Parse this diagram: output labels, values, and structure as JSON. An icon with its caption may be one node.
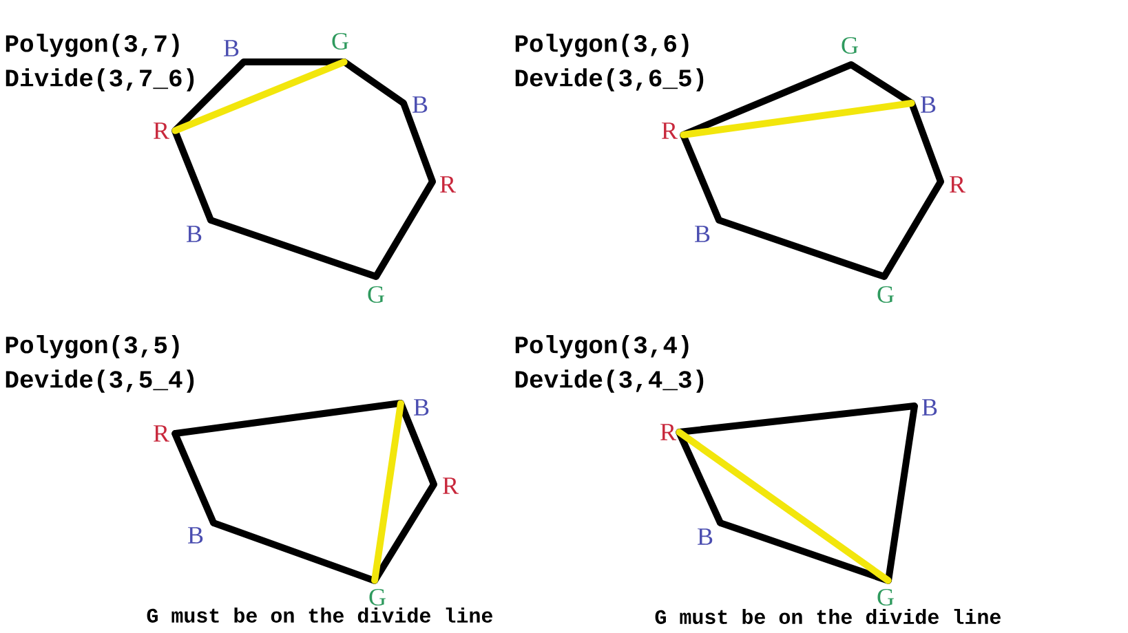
{
  "diagram": {
    "nodes": [
      {
        "text": [
          "B"
        ]
      },
      {
        "text": [
          "G"
        ]
      },
      {
        "text": [
          "B"
        ]
      },
      {
        "text": [
          "R"
        ]
      },
      {
        "text": [
          "G"
        ]
      },
      {
        "text": [
          "B"
        ]
      },
      {
        "text": [
          "R"
        ]
      },
      {
        "text": [
          "G"
        ]
      },
      {
        "text": [
          "B"
        ]
      },
      {
        "text": [
          "R"
        ]
      },
      {
        "text": [
          "G"
        ]
      },
      {
        "text": [
          "B"
        ]
      },
      {
        "text": [
          "R"
        ]
      },
      {
        "text": [
          "R"
        ]
      },
      {
        "text": [
          "B"
        ]
      },
      {
        "text": [
          "R"
        ]
      },
      {
        "text": [
          "G"
        ]
      },
      {
        "text": [
          "B"
        ]
      },
      {
        "text": [
          "R"
        ]
      },
      {
        "text": [
          "B"
        ]
      },
      {
        "text": [
          "G"
        ]
      },
      {
        "text": [
          "B"
        ]
      }
    ],
    "edges": [
      {
        "from": 0,
        "to": 1,
        "arrow": "none"
      },
      {
        "from": 1,
        "to": 2,
        "arrow": "none"
      },
      {
        "from": 2,
        "to": 3,
        "arrow": "none"
      },
      {
        "from": 3,
        "to": 4,
        "arrow": "none"
      },
      {
        "from": 4,
        "to": 5,
        "arrow": "none"
      },
      {
        "from": 5,
        "to": 6,
        "arrow": "none"
      },
      {
        "from": 6,
        "to": 0,
        "arrow": "none"
      },
      {
        "from": 6,
        "to": 1,
        "arrow": "none",
        "color": "#f2e60c"
      },
      {
        "from": 7,
        "to": 8,
        "arrow": "none"
      },
      {
        "from": 8,
        "to": 9,
        "arrow": "none"
      },
      {
        "from": 9,
        "to": 10,
        "arrow": "none"
      },
      {
        "from": 10,
        "to": 11,
        "arrow": "none"
      },
      {
        "from": 11,
        "to": 12,
        "arrow": "none"
      },
      {
        "from": 12,
        "to": 7,
        "arrow": "none"
      },
      {
        "from": 12,
        "to": 8,
        "arrow": "none",
        "color": "#f2e60c"
      },
      {
        "from": 13,
        "to": 14,
        "arrow": "none"
      },
      {
        "from": 14,
        "to": 15,
        "arrow": "none"
      },
      {
        "from": 15,
        "to": 16,
        "arrow": "none"
      },
      {
        "from": 16,
        "to": 17,
        "arrow": "none"
      },
      {
        "from": 17,
        "to": 13,
        "arrow": "none"
      },
      {
        "from": 14,
        "to": 16,
        "arrow": "none",
        "color": "#f2e60c"
      },
      {
        "from": 18,
        "to": 19,
        "arrow": "none"
      },
      {
        "from": 19,
        "to": 20,
        "arrow": "none"
      },
      {
        "from": 20,
        "to": 21,
        "arrow": "none"
      },
      {
        "from": 21,
        "to": 18,
        "arrow": "none"
      },
      {
        "from": 18,
        "to": 20,
        "arrow": "none",
        "color": "#f2e60c"
      }
    ],
    "labels": [
      "Polygon(3,7)",
      "Divide(3,7_6)",
      "Polygon(3,6)",
      "Devide(3,6_5)",
      "Polygon(3,5)",
      "Devide(3,5_4)",
      "Polygon(3,4)",
      "Devide(3,4_3)",
      "G must be on the divide line",
      "G must be on the divide line"
    ]
  }
}
